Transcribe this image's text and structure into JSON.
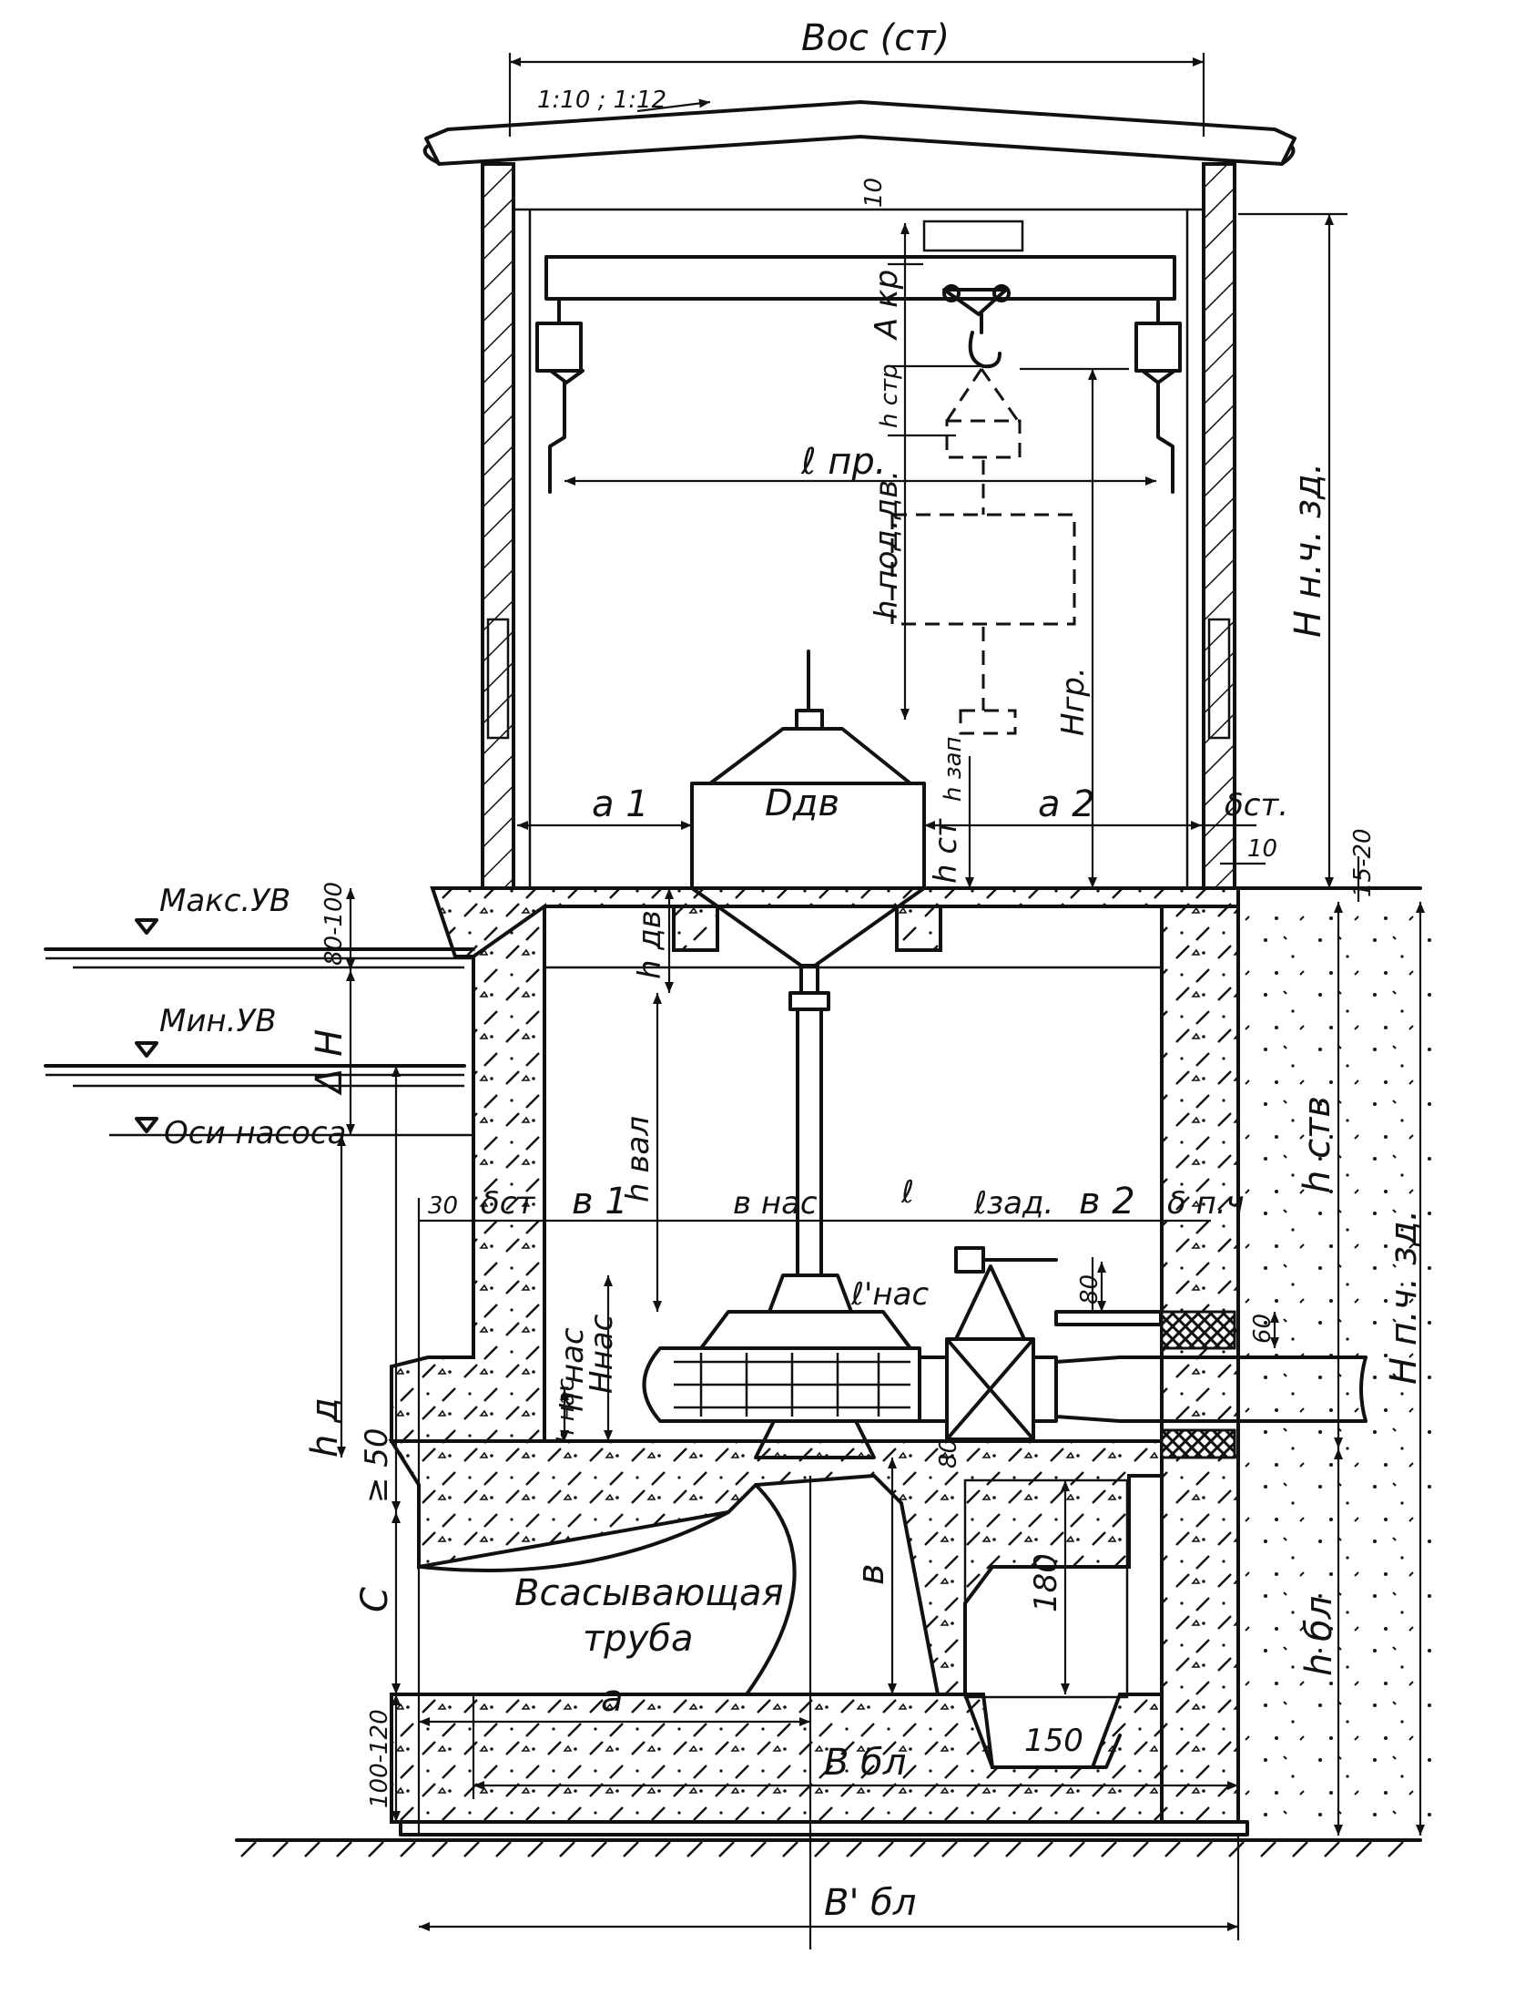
{
  "labels": {
    "b_os": "Bос (ст)",
    "slope": "1:10 ; 1:12",
    "ten_top": "10",
    "a_kr": "A кр",
    "h_str": "h стр",
    "l_pr": "ℓ пр.",
    "h_pod_dv": "h под.дв.",
    "h_gr": "Hгр.",
    "h_zap": "h зап",
    "h_n_ch_zd": "H н.ч. зд.",
    "a1": "a 1",
    "d_dv": "Dдв",
    "a2": "a 2",
    "delta_st_top": "δст.",
    "ten_right": "10",
    "fifteen_twenty": "15-20",
    "h_st": "h ст",
    "max_uv": "Макс.УВ",
    "eighty_hundred": "80-100",
    "h_dv": "h дв",
    "delta_h": "Δ H",
    "h_val": "h вал",
    "thirty": "30",
    "delta_st_low": "δст",
    "b1": "в 1",
    "b_nas": "в нас",
    "l_small": "ℓ",
    "l_zad": "ℓзад.",
    "b2": "в 2",
    "delta_p_ch": "δ п.ч",
    "h_st_v": "h ств",
    "min_uv": "Мин.УВ",
    "l_nas_prime": "ℓ'нас",
    "h_nas": "Hнас",
    "h_nas_prime": "h'нас",
    "h_nas_small": "h нас",
    "eighty_a": "80",
    "sixty": "60",
    "os_nasosa": "Оси насоса",
    "h_n_ch_zd_low": "H п.ч. зд.",
    "h_d": "h д",
    "ge_50": "≥ 50",
    "suction_1": "Всасывающая",
    "suction_2": "труба",
    "eighty_b": "80",
    "b_small": "в",
    "one_eighty": "180",
    "c": "C",
    "h_bl": "h бл",
    "hundred": "100-120",
    "one_fifty": "150",
    "a": "a",
    "b_bl": "B бл",
    "b_bl_prime": "B' бл"
  }
}
